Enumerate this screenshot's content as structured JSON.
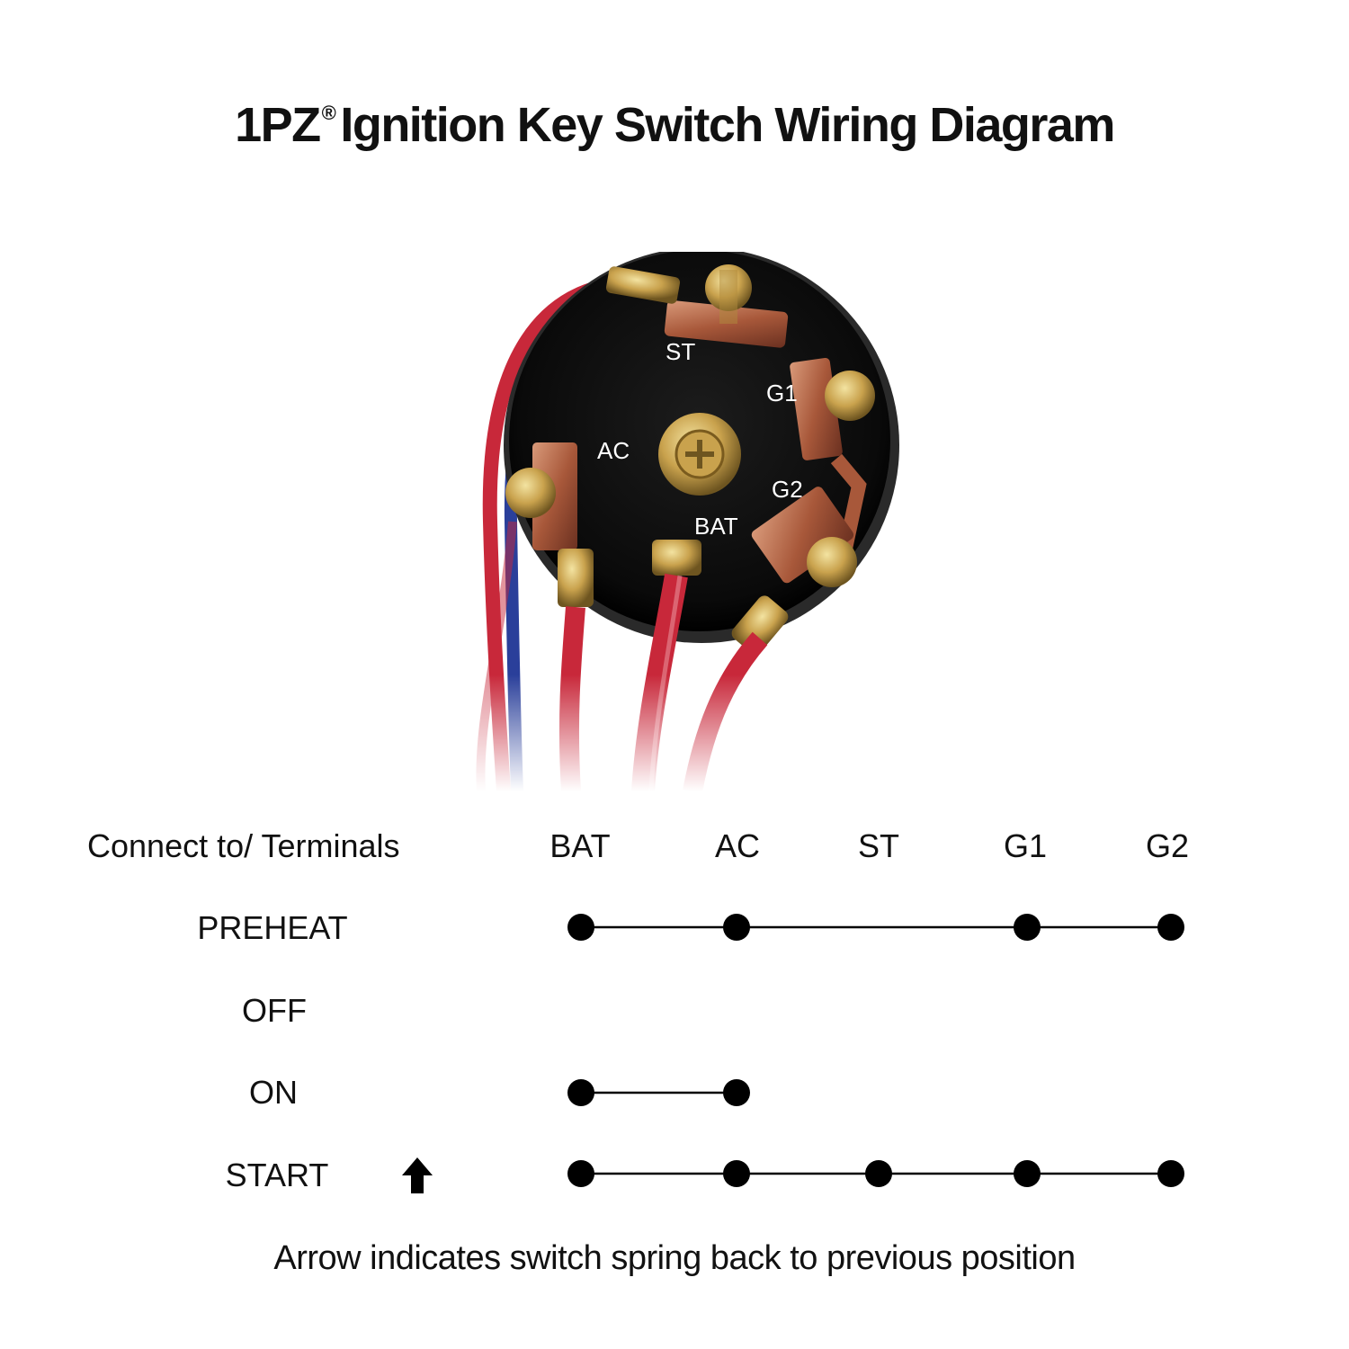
{
  "title": {
    "brand": "1PZ",
    "mark": "®",
    "text": "Ignition Key Switch Wiring Diagram"
  },
  "photo_terminal_labels": {
    "st": "ST",
    "g1": "G1",
    "ac": "AC",
    "g2": "G2",
    "bat": "BAT"
  },
  "table": {
    "header_label": "Connect to/ Terminals",
    "terminals": [
      "BAT",
      "AC",
      "ST",
      "G1",
      "G2"
    ],
    "rows": [
      {
        "label": "PREHEAT",
        "connected": [
          "BAT",
          "AC",
          "G1",
          "G2"
        ],
        "spring_return": false
      },
      {
        "label": "OFF",
        "connected": [],
        "spring_return": false
      },
      {
        "label": "ON",
        "connected": [
          "BAT",
          "AC"
        ],
        "spring_return": false
      },
      {
        "label": "START",
        "connected": [
          "BAT",
          "AC",
          "ST",
          "G1",
          "G2"
        ],
        "spring_return": true
      }
    ]
  },
  "footnote": "Arrow indicates switch spring back to previous position"
}
